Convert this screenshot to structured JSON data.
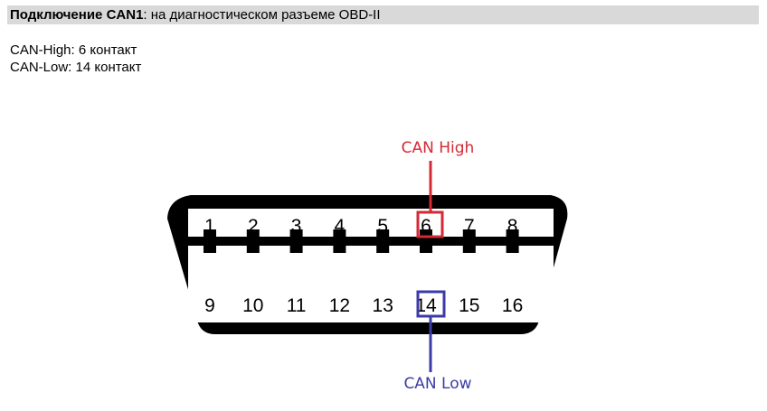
{
  "header": {
    "title_bold": "Подключение CAN1",
    "title_rest": ": на диагностическом разъеме OBD-II"
  },
  "pin_info": {
    "can_high": "CAN-High: 6 контакт",
    "can_low": "CAN-Low: 14 контакт"
  },
  "diagram": {
    "top_pins": [
      "1",
      "2",
      "3",
      "4",
      "5",
      "6",
      "7",
      "8"
    ],
    "bottom_pins": [
      "9",
      "10",
      "11",
      "12",
      "13",
      "14",
      "15",
      "16"
    ],
    "can_high_label": "CAN High",
    "can_low_label": "CAN Low",
    "can_high_pin": "6",
    "can_low_pin": "14",
    "colors": {
      "can_high": "#d42a35",
      "can_low": "#3b3ba8",
      "connector": "#000000",
      "header_bg": "#d9d9d9"
    }
  }
}
